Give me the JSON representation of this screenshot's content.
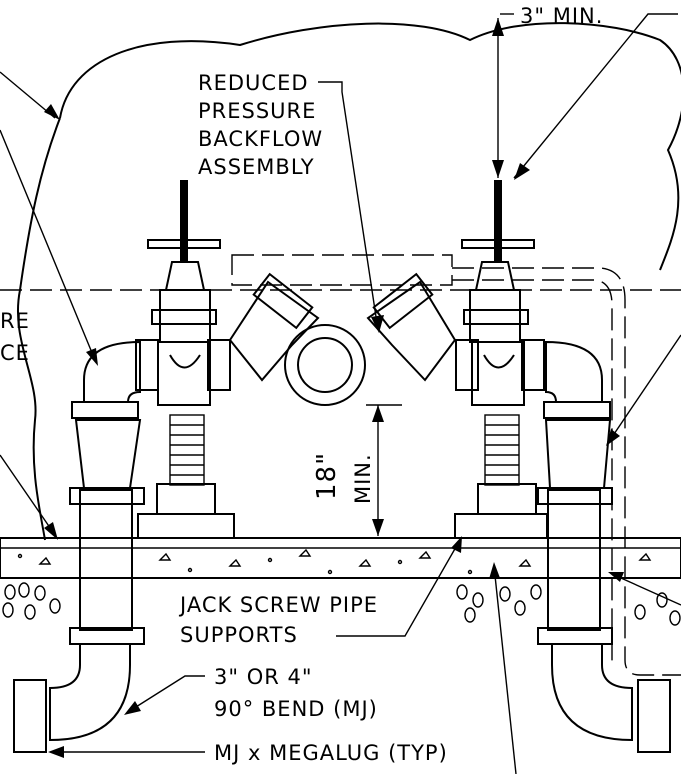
{
  "labels": {
    "min_clearance": "3\" MIN.",
    "assembly_line1": "REDUCED",
    "assembly_line2": "PRESSURE",
    "assembly_line3": "BACKFLOW",
    "assembly_line4": "ASSEMBLY",
    "left_cut_1": "RE",
    "left_cut_2": "CE",
    "height_value": "18\"",
    "height_unit": "MIN.",
    "supports_line1": "JACK SCREW PIPE",
    "supports_line2": "SUPPORTS",
    "bend_line1": "3\" OR 4\"",
    "bend_line2": "90° BEND (MJ)",
    "megalug": "MJ x MEGALUG (TYP)"
  },
  "colors": {
    "ink": "#000000",
    "paper": "#ffffff"
  }
}
